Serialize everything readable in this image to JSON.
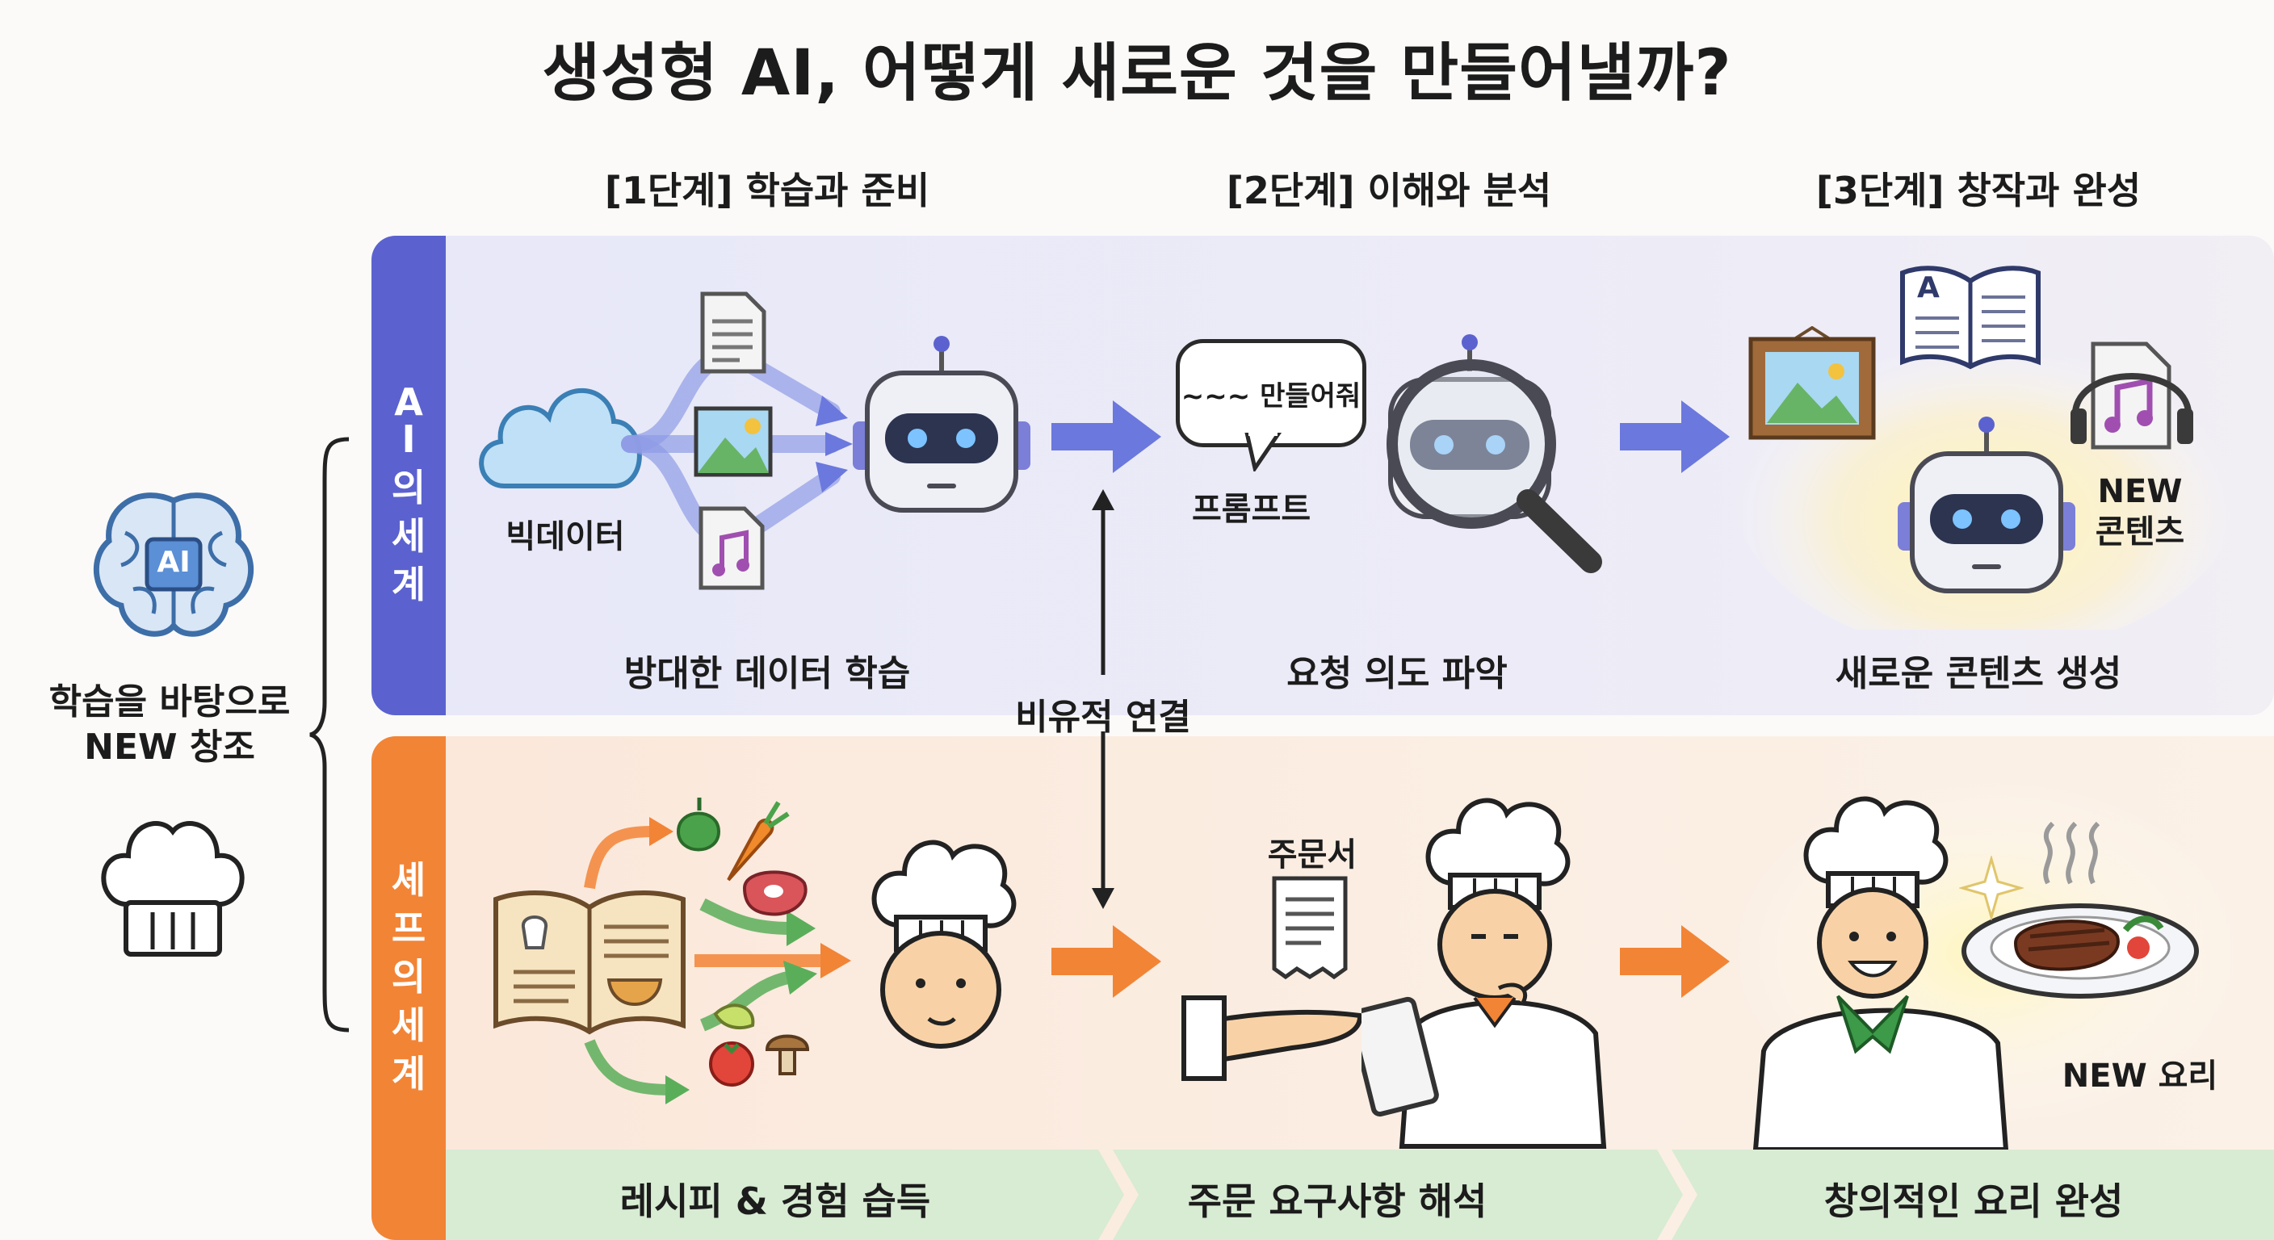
{
  "title": "생성형 AI, 어떻게 새로운 것을 만들어낼까?",
  "stages": [
    {
      "header": "[1단계] 학습과 준비"
    },
    {
      "header": "[2단계] 이해와 분석"
    },
    {
      "header": "[3단계] 창작과 완성"
    }
  ],
  "left": {
    "summary_line1": "학습을 바탕으로",
    "summary_line2": "NEW 창조",
    "ai_icon_text": "AI"
  },
  "ai_world": {
    "label_chars": [
      "A",
      "I",
      "의",
      "세",
      "계"
    ],
    "bigdata_label": "빅데이터",
    "prompt_bubble": "~~~ 만들어줘",
    "prompt_label": "프롬프트",
    "new_content_line1": "NEW",
    "new_content_line2": "콘텐츠",
    "book_letter": "A",
    "captions": [
      "방대한 데이터 학습",
      "요청 의도 파악",
      "새로운 콘텐츠 생성"
    ]
  },
  "chef_world": {
    "label_chars": [
      "셰",
      "프",
      "의",
      "세",
      "계"
    ],
    "order_label": "주문서",
    "new_dish_label": "NEW 요리",
    "steps": [
      "레시피 & 경험 습득",
      "주문 요구사항 해석",
      "창의적인 요리 완성"
    ]
  },
  "connector_label": "비유적 연결",
  "colors": {
    "ai_accent": "#5b62cf",
    "chef_accent": "#f28436",
    "step_strip": "#d8ebd3"
  }
}
